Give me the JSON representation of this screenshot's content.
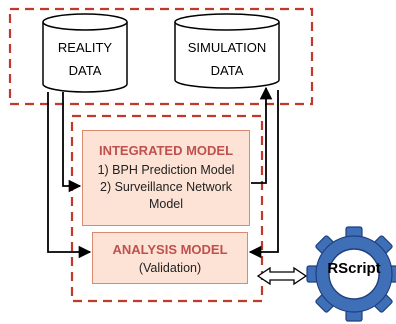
{
  "cylinders": {
    "reality": {
      "line1": "REALITY",
      "line2": "DATA"
    },
    "simulation": {
      "line1": "SIMULATION",
      "line2": "DATA"
    }
  },
  "integrated_model": {
    "title": "INTEGRATED MODEL",
    "lines": [
      "1) BPH Prediction Model",
      "2) Surveillance Network",
      "Model"
    ]
  },
  "analysis_model": {
    "title": "ANALYSIS MODEL",
    "subtitle": "(Validation)"
  },
  "rscript": {
    "label": "RScript"
  },
  "colors": {
    "dashed_border": "#c0392b",
    "box_fill": "#fde3d5",
    "box_title": "#c0504d",
    "gear_fill": "#3f6fb7",
    "gear_stroke": "#1f3f7f",
    "arrow": "#000000"
  },
  "icons": {
    "gear": "gear-icon",
    "double_arrow": "double-arrow-icon"
  }
}
